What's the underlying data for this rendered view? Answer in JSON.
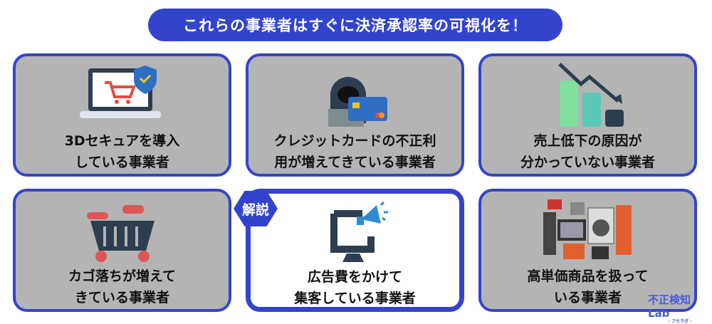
{
  "header": {
    "title": "これらの事業者はすぐに決済承認率の可視化を！"
  },
  "cards": [
    {
      "line1": "3Dセキュアを導入",
      "line2": "している事業者",
      "icon": "laptop-cart-shield-icon"
    },
    {
      "line1": "クレジットカードの不正利",
      "line2": "用が増えてきている事業者",
      "icon": "hacker-credit-card-icon"
    },
    {
      "line1": "売上低下の原因が",
      "line2": "分かっていない事業者",
      "icon": "declining-chart-icon"
    },
    {
      "line1": "カゴ落ちが増えて",
      "line2": "きている事業者",
      "icon": "shopping-basket-icon"
    },
    {
      "line1": "広告費をかけて",
      "line2": "集客している事業者",
      "icon": "monitor-megaphone-icon"
    },
    {
      "line1": "高単価商品を扱って",
      "line2": "いる事業者",
      "icon": "appliances-icon"
    }
  ],
  "badge": "解説",
  "logo": {
    "text": "不正検知Lab",
    "sub": "- フセラボ -"
  },
  "colors": {
    "accent": "#3344cc",
    "card": "#b4b4b4"
  }
}
